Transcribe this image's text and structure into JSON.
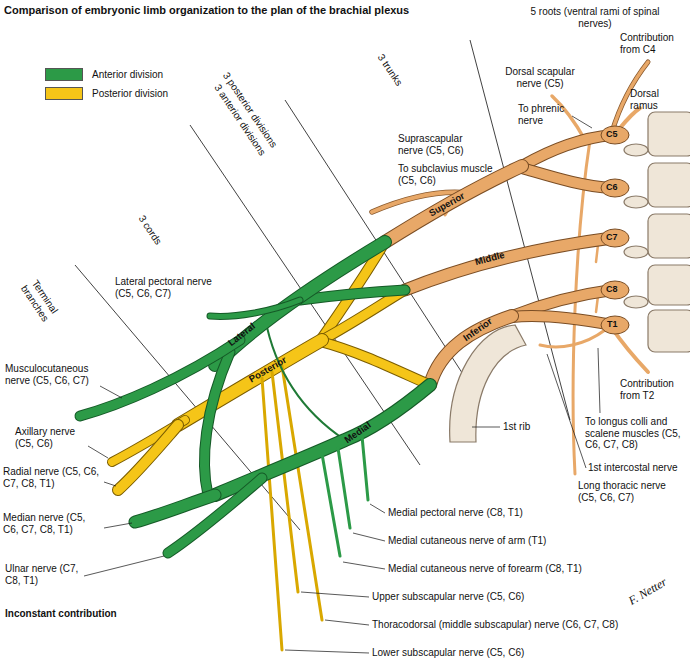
{
  "diagram": {
    "title": "Comparison of embryonic limb organization to the plan of the brachial plexus",
    "labels": [
      "5 roots (ventral rami of spinal nerves)",
      "Contribution from C4",
      "Dorsal scapular nerve (C5)",
      "Dorsal ramus",
      "To phrenic nerve",
      "3 trunks",
      "Suprascapular nerve (C5, C6)",
      "To subclavius muscle (C5, C6)",
      "3 anterior divisions",
      "3 posterior divisions",
      "3 cords",
      "Terminal branches",
      "C5",
      "C6",
      "C7",
      "C8",
      "T1",
      "Superior",
      "Middle",
      "Inferior",
      "Lateral",
      "Posterior",
      "Medial",
      "Lateral pectoral nerve (C5, C6, C7)",
      "Musculocutaneous nerve (C5, C6, C7)",
      "Axillary nerve (C5, C6)",
      "Radial nerve (C5, C6, C7, C8, T1)",
      "Median nerve (C5, C6, C7, C8, T1)",
      "Ulnar nerve (C7, C8, T1)",
      "1st rib",
      "Contribution from T2",
      "To longus colli and scalene muscles (C5, C6, C7, C8)",
      "1st intercostal nerve",
      "Long thoracic nerve (C5, C6, C7)",
      "Medial pectoral nerve (C8, T1)",
      "Medial cutaneous nerve of arm (T1)",
      "Medial cutaneous nerve of forearm (C8, T1)",
      "Upper subscapular nerve (C5, C6)",
      "Thoracodorsal (middle subscapular) nerve (C6, C7, C8)",
      "Lower subscapular nerve (C5, C6)",
      "Inconstant contribution",
      "F. Netter"
    ],
    "legend": [
      {
        "text": "Anterior division",
        "color": "#2c9a47"
      },
      {
        "text": "Posterior division",
        "color": "#f5c518"
      }
    ]
  }
}
